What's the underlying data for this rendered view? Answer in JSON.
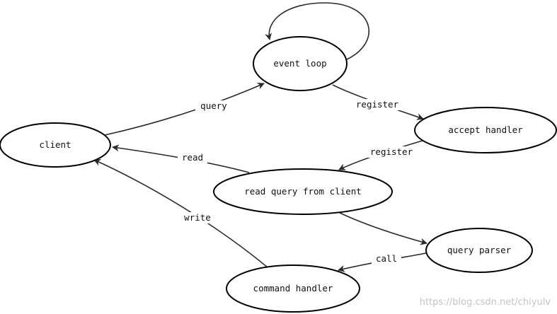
{
  "diagram": {
    "nodes": {
      "event_loop": "event loop",
      "client": "client",
      "accept_handler": "accept handler",
      "read_query": "read query from client",
      "query_parser": "query parser",
      "command_handler": "command handler"
    },
    "edges": {
      "self_loop": "",
      "query": "query",
      "register_1": "register",
      "register_2": "register",
      "read": "read",
      "write": "write",
      "to_parser": "",
      "call": "call"
    }
  },
  "watermark": "https://blog.csdn.net/chiyulv",
  "colors": {
    "stroke": "#000000",
    "edge": "#2a2a2a",
    "watermark": "#c4c4c4"
  }
}
